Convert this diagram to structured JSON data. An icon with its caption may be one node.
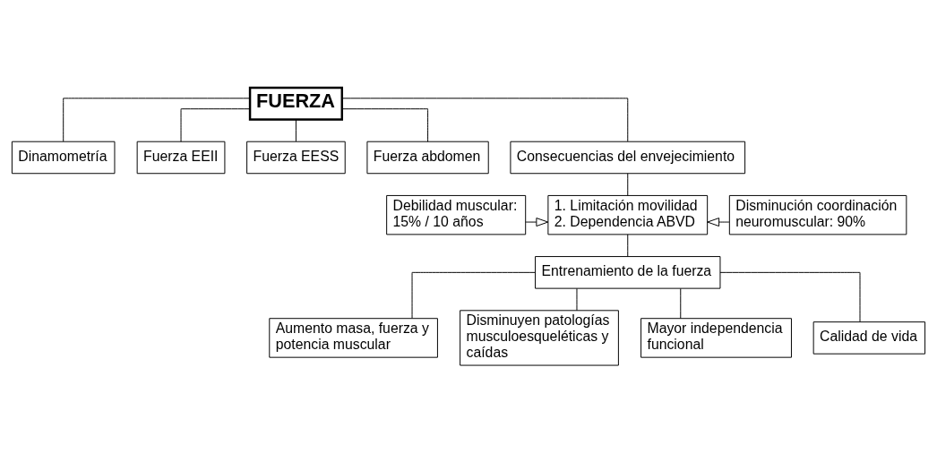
{
  "diagram": {
    "nodes": [
      {
        "text": [
          "FUERZA"
        ]
      },
      {
        "text": [
          "Dinamometría"
        ]
      },
      {
        "text": [
          "Fuerza EEII"
        ]
      },
      {
        "text": [
          "Fuerza EESS"
        ]
      },
      {
        "text": [
          "Fuerza abdomen"
        ]
      },
      {
        "text": [
          "Consecuencias del envejecimiento"
        ]
      },
      {
        "text": [
          "Debilidad muscular: 15% / 10 años"
        ]
      },
      {
        "text": [
          "1. Limitación movilidad",
          "2. Dependencia ABVD"
        ]
      },
      {
        "text": [
          "Disminución coordinación neuromuscular: 90%"
        ]
      },
      {
        "text": [
          "Entrenamiento de la fuerza"
        ]
      },
      {
        "text": [
          "Aumento masa, fuerza y potencia muscular"
        ]
      },
      {
        "text": [
          "Disminuyen patologías musculoesqueléticas y caídas"
        ]
      },
      {
        "text": [
          "Mayor independencia funcional"
        ]
      },
      {
        "text": [
          "Calidad de vida"
        ]
      }
    ],
    "edges": [
      {
        "from": 0,
        "to": 1,
        "arrow": "none"
      },
      {
        "from": 0,
        "to": 2,
        "arrow": "none"
      },
      {
        "from": 0,
        "to": 3,
        "arrow": "none"
      },
      {
        "from": 0,
        "to": 4,
        "arrow": "none"
      },
      {
        "from": 0,
        "to": 5,
        "arrow": "none"
      },
      {
        "from": 5,
        "to": 7,
        "arrow": "none"
      },
      {
        "from": 6,
        "to": 7,
        "arrow": "to"
      },
      {
        "from": 8,
        "to": 7,
        "arrow": "to"
      },
      {
        "from": 7,
        "to": 9,
        "arrow": "none"
      },
      {
        "from": 9,
        "to": 10,
        "arrow": "none"
      },
      {
        "from": 9,
        "to": 11,
        "arrow": "none"
      },
      {
        "from": 9,
        "to": 12,
        "arrow": "none"
      },
      {
        "from": 9,
        "to": 13,
        "arrow": "none"
      }
    ]
  }
}
